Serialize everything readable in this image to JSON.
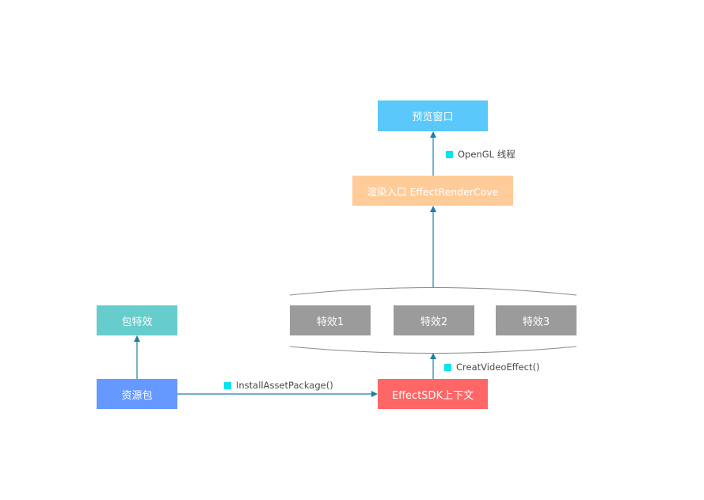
{
  "nodes": {
    "preview_window": "预览窗口",
    "render_entry": "渲染入口 EffectRenderCove",
    "effect_1": "特效1",
    "effect_2": "特效2",
    "effect_3": "特效3",
    "package_effect": "包特效",
    "asset_package": "资源包",
    "sdk_context": "EffectSDK上下文"
  },
  "edges": {
    "opengl_thread": "OpenGL 线程",
    "create_video_effect": "CreatVideoEffect()",
    "install_asset_package": "InstallAssetPackage()"
  },
  "colors": {
    "arrow": "#1e7fa6",
    "preview_window": "#5ac8fa",
    "render_entry": "#ffcc99",
    "effect": "#9b9b9b",
    "package_effect": "#66cccc",
    "asset_package": "#6699ff",
    "sdk_context": "#ff6666",
    "label_square": "#00e5ee"
  }
}
